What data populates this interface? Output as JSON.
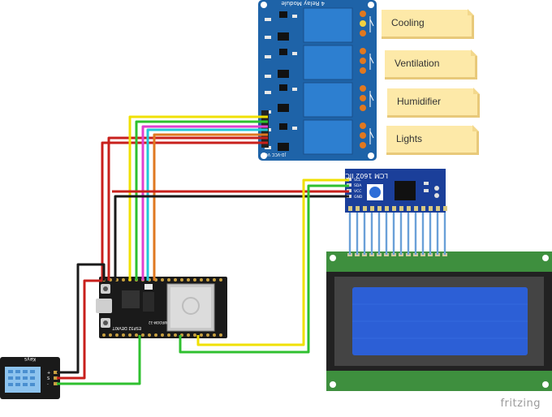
{
  "relay_module": {
    "title": "4 Relay Module",
    "bottom_label": "JD-VCC VCC"
  },
  "notes": [
    {
      "label": "Cooling"
    },
    {
      "label": "Ventilation"
    },
    {
      "label": "Humidifier"
    },
    {
      "label": "Lights"
    }
  ],
  "lcm_module": {
    "title": "LCM 1602 IIC",
    "pins": [
      "SCL",
      "SDA",
      "VCC",
      "GND"
    ]
  },
  "esp32": {
    "label": "ESP32 DEVKIT",
    "chip": "WROOM-32"
  },
  "sensor": {
    "title": "Keys",
    "pins": [
      "+",
      "S",
      "-"
    ]
  },
  "watermark": "fritzing",
  "colors": {
    "pcb_blue": "#1e63a8",
    "relay_blue": "#2d7fd0",
    "lcd_green": "#3e8f3e",
    "lcd_screen": "#2c5fd6",
    "wire_red": "#c8201c",
    "wire_black": "#1a1a1a",
    "wire_yellow": "#f0e000",
    "wire_green": "#2fc02f",
    "wire_cyan": "#20c8d8",
    "wire_magenta": "#e040d0",
    "wire_orange": "#e07820",
    "note_fill": "#fde9a8"
  }
}
